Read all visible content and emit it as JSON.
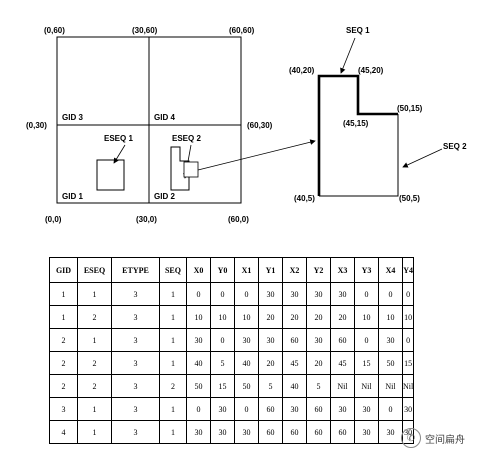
{
  "grid": {
    "corner_labels": {
      "top_left": "(0,60)",
      "top_mid": "(30,60)",
      "top_right": "(60,60)",
      "mid_left": "(0,30)",
      "mid_right": "(60,30)",
      "bot_left": "(0,0)",
      "bot_mid": "(30,0)",
      "bot_right": "(60,0)"
    },
    "cells": {
      "gid3": "GID 3",
      "gid4": "GID 4",
      "gid1": "GID 1",
      "gid2": "GID 2"
    },
    "eseq": {
      "eseq1": "ESEQ 1",
      "eseq2": "ESEQ 2"
    }
  },
  "detail": {
    "labels": {
      "p_40_20": "(40,20)",
      "p_45_20": "(45,20)",
      "p_50_15": "(50,15)",
      "p_45_15": "(45,15)",
      "p_40_5": "(40,5)",
      "p_50_5": "(50,5)"
    },
    "seq1": "SEQ 1",
    "seq2": "SEQ 2"
  },
  "table": {
    "headers": [
      "GID",
      "ESEQ",
      "ETYPE",
      "SEQ",
      "X0",
      "Y0",
      "X1",
      "Y1",
      "X2",
      "Y2",
      "X3",
      "Y3",
      "X4",
      "Y4"
    ],
    "rows": [
      [
        "1",
        "1",
        "3",
        "1",
        "0",
        "0",
        "0",
        "30",
        "30",
        "30",
        "30",
        "0",
        "0",
        "0"
      ],
      [
        "1",
        "2",
        "3",
        "1",
        "10",
        "10",
        "10",
        "20",
        "20",
        "20",
        "20",
        "10",
        "10",
        "10"
      ],
      [
        "2",
        "1",
        "3",
        "1",
        "30",
        "0",
        "30",
        "30",
        "60",
        "30",
        "60",
        "0",
        "30",
        "0"
      ],
      [
        "2",
        "2",
        "3",
        "1",
        "40",
        "5",
        "40",
        "20",
        "45",
        "20",
        "45",
        "15",
        "50",
        "15"
      ],
      [
        "2",
        "2",
        "3",
        "2",
        "50",
        "15",
        "50",
        "5",
        "40",
        "5",
        "Nil",
        "Nil",
        "Nil",
        "Nil"
      ],
      [
        "3",
        "1",
        "3",
        "1",
        "0",
        "30",
        "0",
        "60",
        "30",
        "60",
        "30",
        "30",
        "0",
        "30"
      ],
      [
        "4",
        "1",
        "3",
        "1",
        "30",
        "30",
        "30",
        "60",
        "60",
        "60",
        "60",
        "30",
        "30",
        "30"
      ]
    ]
  },
  "watermark": {
    "icon": "wechat-icon",
    "text": "空间扁舟"
  }
}
